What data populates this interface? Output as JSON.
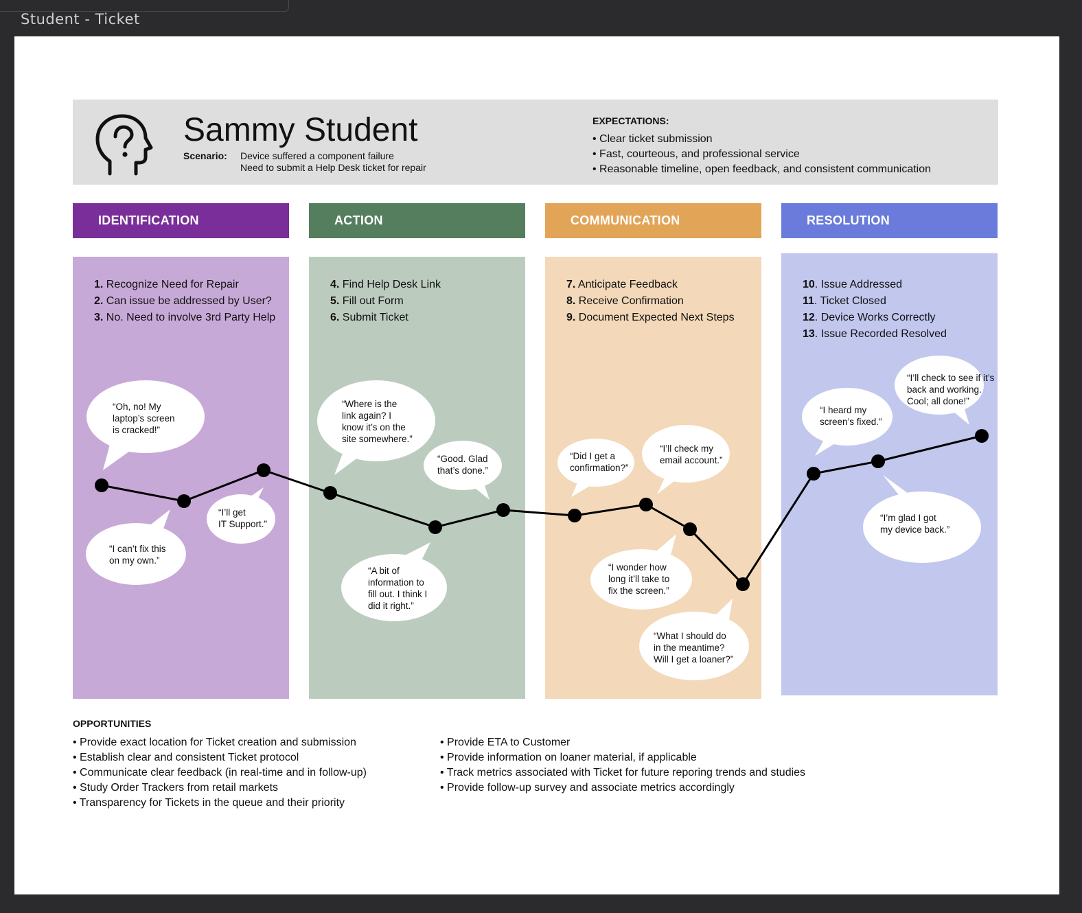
{
  "window": {
    "title": "Student - Ticket"
  },
  "persona": {
    "name": "Sammy Student",
    "scenario_label": "Scenario:",
    "scenario_lines": [
      "Device suffered a component failure",
      "Need to submit a Help Desk ticket for repair"
    ],
    "icon": "head-question-icon"
  },
  "expectations": {
    "title": "EXPECTATIONS:",
    "items": [
      "• Clear ticket submission",
      "• Fast, courteous, and professional service",
      "• Reasonable timeline, open feedback, and consistent communication"
    ]
  },
  "phases": [
    {
      "label": "IDENTIFICATION",
      "color": "#7a2e9a",
      "body_color": "#c7a9d7",
      "steps": [
        {
          "num": "1.",
          "text": "Recognize Need for Repair"
        },
        {
          "num": "2.",
          "text": "Can issue be addressed by User?"
        },
        {
          "num": "3.",
          "text": "No. Need to involve 3rd Party Help"
        }
      ]
    },
    {
      "label": "ACTION",
      "color": "#547e5d",
      "body_color": "#bbccbf",
      "steps": [
        {
          "num": "4.",
          "text": "Find Help Desk Link"
        },
        {
          "num": "5.",
          "text": "Fill out Form"
        },
        {
          "num": "6.",
          "text": "Submit Ticket"
        }
      ]
    },
    {
      "label": "COMMUNICATION",
      "color": "#e2a457",
      "body_color": "#f3d8b9",
      "steps": [
        {
          "num": "7.",
          "text": "Anticipate Feedback"
        },
        {
          "num": "8.",
          "text": "Receive Confirmation"
        },
        {
          "num": "9.",
          "text": "Document Expected Next Steps"
        }
      ]
    },
    {
      "label": "RESOLUTION",
      "color": "#6a7bdb",
      "body_color": "#c2c7ee",
      "steps": [
        {
          "num": "10",
          "text": ". Issue Addressed"
        },
        {
          "num": "11",
          "text": ". Ticket Closed"
        },
        {
          "num": "12",
          "text": ". Device Works Correctly"
        },
        {
          "num": "13",
          "text": ". Issue Recorded Resolved"
        }
      ]
    }
  ],
  "quotes": [
    [
      "“Oh, no! My",
      "laptop’s screen",
      "is cracked!”"
    ],
    [
      "“I can’t fix this",
      "on my own.”"
    ],
    [
      "“I’ll get",
      "IT Support.”"
    ],
    [
      "“Where is the",
      "link again? I",
      "know it’s on the",
      "site somewhere.”"
    ],
    [
      "“A bit of",
      "information to",
      "fill out. I think I",
      "did it right.”"
    ],
    [
      "“Good. Glad",
      "that’s done.”"
    ],
    [
      "“Did I get a",
      "confirmation?”"
    ],
    [
      "“I’ll check my",
      "email account.”"
    ],
    [
      "“I wonder how",
      "long it’ll take to",
      "fix the screen.”"
    ],
    [
      "“What I should do",
      "in the meantime?",
      "Will I get a loaner?”"
    ],
    [
      "“I heard my",
      "screen’s fixed.”"
    ],
    [
      "“I’ll check to see if it’s",
      "back and working.",
      "Cool; all done!”"
    ],
    [
      "“I’m glad I got",
      "my device back.”"
    ]
  ],
  "opportunities": {
    "title": "OPPORTUNITIES",
    "left": [
      "• Provide exact location for Ticket creation and submission",
      "• Establish clear and consistent Ticket protocol",
      "• Communicate clear feedback (in real-time and in follow-up)",
      "• Study Order Trackers from retail markets",
      "• Transparency for Tickets in the queue and their priority"
    ],
    "right": [
      "• Provide ETA to Customer",
      "• Provide information on loaner material, if applicable",
      "• Track metrics associated with Ticket for future reporing trends and studies",
      "• Provide follow-up survey and associate metrics accordingly"
    ]
  }
}
